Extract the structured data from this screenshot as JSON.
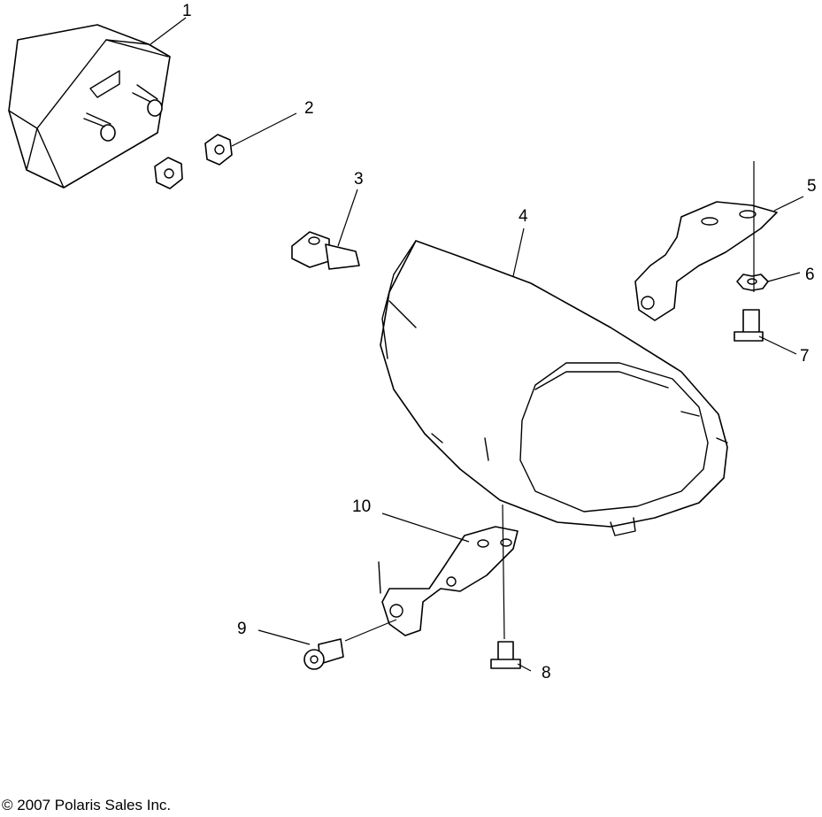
{
  "callouts": [
    "1",
    "2",
    "3",
    "4",
    "5",
    "6",
    "7",
    "8",
    "9",
    "10"
  ],
  "copyright": "© 2007 Polaris Sales Inc."
}
